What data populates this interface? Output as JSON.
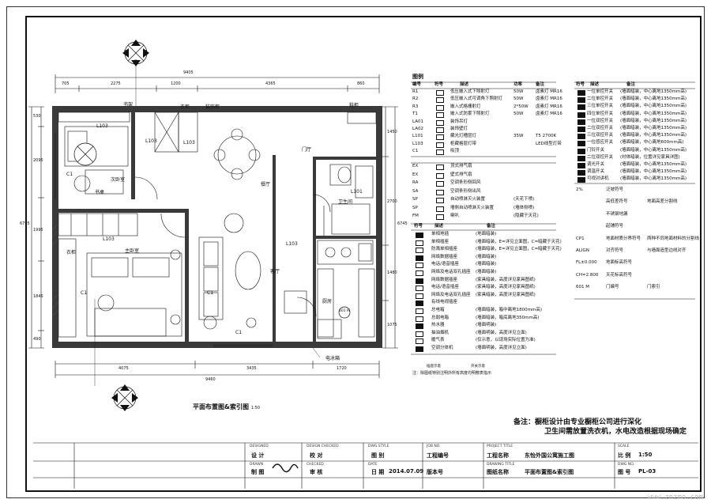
{
  "plan": {
    "caption": "平面布置图&索引图",
    "caption_scale": "1:50",
    "dims_top": [
      "705",
      "2275",
      "1200",
      "4365",
      "860"
    ],
    "dim_top_total": "9405",
    "dims_bottom": [
      "4075",
      "3435",
      "1720"
    ],
    "dim_bottom_total": "9460",
    "dims_left": [
      "530",
      "2095",
      "1995",
      "1845",
      "490"
    ],
    "dim_left_total": "6795",
    "dims_right": [
      "1450",
      "2700",
      "1480",
      "1075"
    ],
    "dim_right_total": "6745",
    "rooms": {
      "bookshelf": "书架",
      "wardrobe1": "衣柜",
      "decorcab": "装饰柜",
      "shoecab": "鞋柜",
      "secondary": "次卧室",
      "desk": "书桌",
      "dining": "餐厅",
      "doorhall": "门厅",
      "bathroom": "卫生间",
      "master": "主卧室",
      "wardrobe2": "衣柜",
      "living": "客厅",
      "kitchen": "厨房",
      "fridge": "电冰箱"
    },
    "tags": [
      "L103",
      "L103",
      "L103",
      "L103",
      "L103",
      "L101",
      "C1",
      "C1",
      "C1",
      "C1",
      "601 M",
      "A",
      "B",
      "C",
      "D"
    ]
  },
  "legend": {
    "title": "图例",
    "head": {
      "code": "编号",
      "symbol": "符号",
      "desc": "描述",
      "power": "功率",
      "remark": "备注"
    },
    "lights": [
      {
        "code": "R1",
        "desc": "低压嵌入式下照射灯",
        "power": "50W",
        "remark": "卤素灯 MR16"
      },
      {
        "code": "R2",
        "desc": "低压嵌入式可调角下照射灯",
        "power": "50W",
        "remark": "卤素灯 MR16"
      },
      {
        "code": "R3",
        "desc": "嵌入式格栅射灯",
        "power": "2*50W",
        "remark": "卤素灯 MR16"
      },
      {
        "code": "T1",
        "desc": "嵌入式防雾下照射灯",
        "power": "50W",
        "remark": "卤素灯 MR16"
      },
      {
        "code": "LA01",
        "desc": "装饰吊灯",
        "power": "",
        "remark": ""
      },
      {
        "code": "LA02",
        "desc": "装饰壁灯",
        "power": "",
        "remark": ""
      },
      {
        "code": "L101",
        "desc": "藏光灯槽层灯",
        "power": "35W",
        "remark": "T5 2700K"
      },
      {
        "code": "L103",
        "desc": "柜藏格层灯带",
        "power": "",
        "remark": "LED线型灯带"
      },
      {
        "code": "C1",
        "desc": "吸顶",
        "power": "",
        "remark": ""
      }
    ],
    "hvac": [
      {
        "code": "EX",
        "desc": "顶式排气扇",
        "remark": ""
      },
      {
        "code": "EX",
        "desc": "壁式排气扇",
        "remark": ""
      },
      {
        "code": "RA",
        "desc": "空调条形侧回风",
        "remark": ""
      },
      {
        "code": "SA",
        "desc": "空调条形侧出风",
        "remark": ""
      },
      {
        "code": "SP",
        "desc": "自动喷淋灭火装置",
        "remark": "(天花下喷)"
      },
      {
        "code": "SP",
        "desc": "墙侧自动喷淋灭火装置",
        "remark": "(墙体侧喷)"
      },
      {
        "code": "FM",
        "desc": "喇叭",
        "remark": "(隐藏于天花)"
      }
    ],
    "outlets_head": {
      "symbol": "符号",
      "desc": "描述",
      "remark": "备注"
    },
    "outlets": [
      {
        "desc": "单相地插",
        "remark": "(地面暗装)"
      },
      {
        "desc": "单相插座",
        "remark": "(墙面暗装，E=详见立面图，C=暗藏于天花)"
      },
      {
        "desc": "防溅单相插座",
        "remark": "(墙面暗装，E=详见立面图，C=暗藏于天花)"
      },
      {
        "desc": "网络数据插座",
        "remark": "(墙面暗装)"
      },
      {
        "desc": "电话/语音插座",
        "remark": "(墙面暗装)"
      },
      {
        "desc": "网络及电话双孔插座",
        "remark": "(墙面暗装)"
      },
      {
        "desc": "网络数据插座",
        "remark": "(家具暗装，高度详见家具图纸)"
      },
      {
        "desc": "电话/语音插座",
        "remark": "(家具暗装，高度详见家具图纸)"
      },
      {
        "desc": "网络及电话双孔插座",
        "remark": "(家具暗装，高度详见家具图纸)"
      },
      {
        "desc": "有线电视插座",
        "remark": ""
      },
      {
        "desc": "总电箱",
        "remark": "(墙面暗装，箱中离地1800mm高)"
      },
      {
        "desc": "总弱电箱",
        "remark": "(墙面暗装，箱底离地350mm高)"
      },
      {
        "desc": "热水器",
        "remark": "(墙面明装)"
      },
      {
        "desc": "抽油烟机",
        "remark": "(墙面明装，高度详见立面)"
      },
      {
        "desc": "暖气表",
        "remark": "(仅示意，以现场实际位置为准)"
      },
      {
        "desc": "空调分体机",
        "remark": "(墙面明装，高度详见立面)"
      }
    ],
    "switch_head": {
      "symbol": "符号",
      "desc": "描述",
      "remark": "备注"
    },
    "switches": [
      {
        "desc": "一位单控开关",
        "remark": "(墙面暗装，中心离地1350mm高)"
      },
      {
        "desc": "二位单控开关",
        "remark": "(墙面暗装，中心离地1350mm高)"
      },
      {
        "desc": "三位单控开关",
        "remark": "(墙面暗装，中心离地1350mm高)"
      },
      {
        "desc": "四位单控开关",
        "remark": "(墙面暗装，中心离地1350mm高)"
      },
      {
        "desc": "一位双控开关",
        "remark": "(墙面暗装，中心离地1350mm高)"
      },
      {
        "desc": "二位双控开关",
        "remark": "(墙面暗装，中心离地1350mm高)"
      },
      {
        "desc": "三位双控开关",
        "remark": "(墙面暗装，中心离地1350mm高)"
      },
      {
        "desc": "一位感应开关",
        "remark": "(墙面暗装，中心离地600mm高)"
      },
      {
        "desc": "门铃开关",
        "remark": "(墙面暗装，中心离地1350mm高)"
      },
      {
        "desc": "二位双控开关",
        "remark": "(衬体暗装，位置详见家具详图)"
      },
      {
        "desc": "调光开关",
        "remark": "(墙面暗装，中心离地1350mm高)"
      },
      {
        "desc": "调温开关",
        "remark": "(墙面暗装，中心离地1350mm高)"
      },
      {
        "desc": "可视对讲机",
        "remark": "(墙面暗装，中心离地1350mm高)"
      }
    ],
    "misc": [
      {
        "mark": "2%",
        "desc": "泛坡符号",
        "remark": ""
      },
      {
        "mark": "",
        "desc": "高低差符号",
        "remark": "地面高差分割线"
      },
      {
        "mark": "",
        "desc": "不锈钢地漏",
        "remark": ""
      },
      {
        "mark": "",
        "desc": "起铺符号",
        "remark": ""
      },
      {
        "mark": "CP1",
        "desc": "地面材质分界符号",
        "remark": "两种不同地面材料的分割线"
      },
      {
        "mark": "ALIGN",
        "desc": "对齐符号",
        "remark": "与墙面造型边线对齐"
      },
      {
        "mark": "FL±0.000",
        "desc": "地面标高符号",
        "remark": ""
      },
      {
        "mark": "CH=2.800",
        "desc": "天花标高符号",
        "remark": ""
      },
      {
        "mark": "601 M",
        "desc": "门编号",
        "remark": "门索引"
      }
    ],
    "footnote_a": "插座示意",
    "footnote_b": "开关示意",
    "footnote_c": "注：除图纸特别注明外所有高度均明敷表指示"
  },
  "notes": {
    "line1": "备注：橱柜设计由专业橱柜公司进行深化",
    "line2": "卫生间需放置洗衣机，水电改造根据现场确定"
  },
  "titleblock": {
    "designed_lbl": "DESIGNED",
    "designed": "设 计",
    "checked_lbl": "DESIGN CHECKED",
    "checked": "校 对",
    "drawn_lbl": "DRAWN",
    "drawn": "制 图",
    "approved_lbl": "CHECKED",
    "approved": "审 核",
    "dwgstyle_lbl": "DWG.STYLE",
    "dwgstyle": "图 别",
    "date_lbl": "DATE",
    "date_key": "日 期",
    "date": "2014.07.09",
    "jobno_lbl": "JOB NO.",
    "jobno": "工程编号",
    "ver_lbl": "版本号",
    "projtitle_lbl": "PROJECT TITLE",
    "projname_key": "工程名称",
    "projname": "东怡外国公寓施工图",
    "dwgtitle_lbl": "DRAWING TITLE",
    "dwgname_key": "图纸名称",
    "dwgname": "平面布置图&索引图",
    "scale_lbl": "SCALE",
    "scale_key": "比 例",
    "scale": "1:50",
    "dwgno_lbl": "DWG NO.",
    "dwgno_key": "图 号",
    "dwgno": "PL-03"
  },
  "watermark": "www.znzmo.com"
}
